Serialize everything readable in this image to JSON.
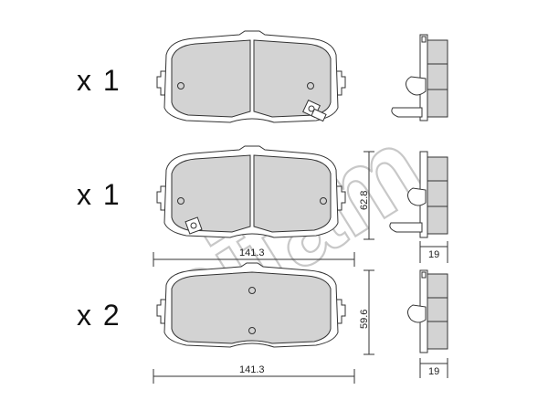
{
  "quantities": [
    "x 1",
    "x 1",
    "x 2"
  ],
  "dimensions": {
    "width_a": "141.3",
    "width_b": "141.3",
    "height_a": "62.8",
    "height_b": "59.6",
    "thickness_a": "19",
    "thickness_b": "19"
  },
  "watermark": "cifam",
  "colors": {
    "pad_fill": "#d3d3d3",
    "line": "#333333",
    "watermark": "#c8c8c8"
  }
}
